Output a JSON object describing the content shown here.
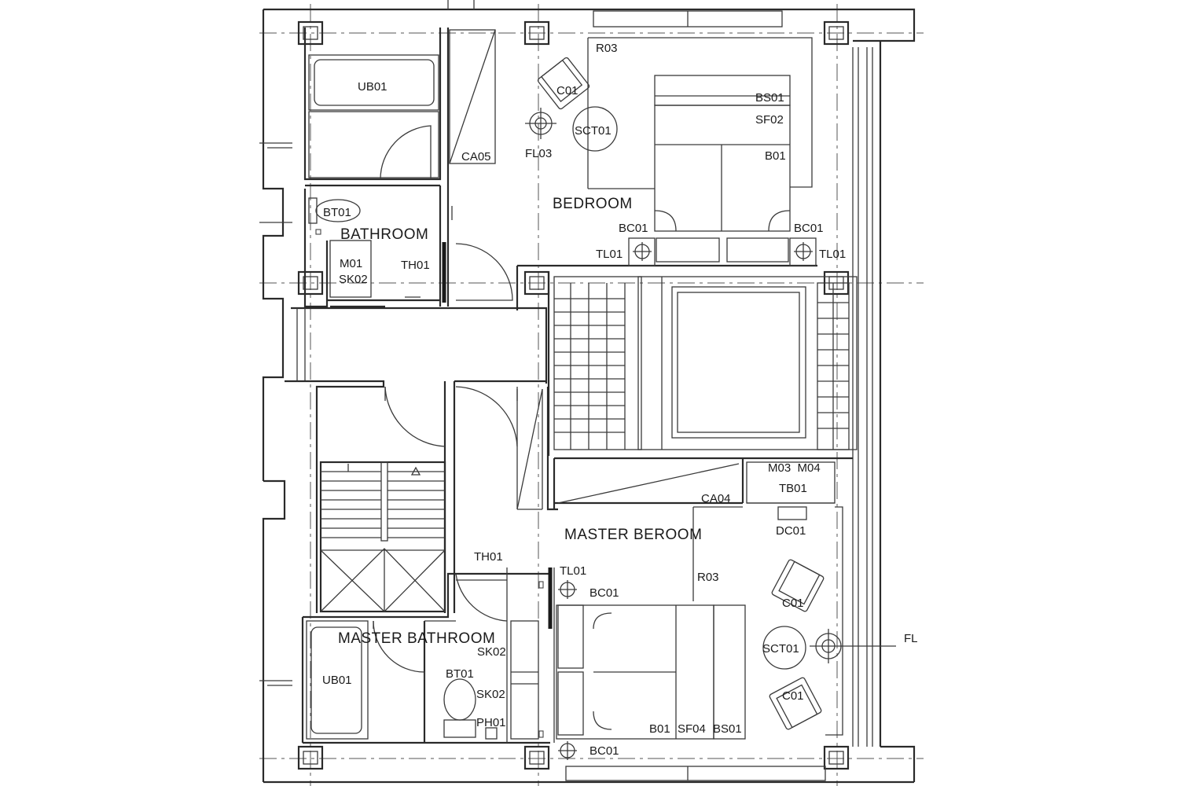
{
  "rooms": {
    "bedroom": "BEDROOM",
    "bathroom": "BATHROOM",
    "master_bedroom": "MASTER BEROOM",
    "master_bathroom": "MASTER BATHROOM"
  },
  "tags": {
    "ub01_top": "UB01",
    "ca05": "CA05",
    "c01_top": "C01",
    "fl03": "FL03",
    "sct01_top": "SCT01",
    "r03_top": "R03",
    "bs01_top": "BS01",
    "sf02": "SF02",
    "b01_top": "B01",
    "bc01_top_left": "BC01",
    "bc01_top_right": "BC01",
    "tl01_top_left": "TL01",
    "tl01_top_right": "TL01",
    "bt01_top": "BT01",
    "m01": "M01",
    "sk02_top": "SK02",
    "th01_top": "TH01",
    "m03_m04": "M03  M04",
    "tb01": "TB01",
    "ca04": "CA04",
    "dc01": "DC01",
    "r03_bottom": "R03",
    "th01_bottom": "TH01",
    "tl01_bottom": "TL01",
    "bc01_mid": "BC01",
    "c01_right_top": "C01",
    "sct01_bottom": "SCT01",
    "fl_edge": "FL",
    "c01_right_bottom": "C01",
    "sk02_bottom_a": "SK02",
    "bt01_bottom": "BT01",
    "sk02_bottom_b": "SK02",
    "ph01": "PH01",
    "ub01_bottom": "UB01",
    "b01_bottom": "B01",
    "sf04": "SF04",
    "bs01_bottom": "BS01",
    "bc01_bottom": "BC01"
  }
}
